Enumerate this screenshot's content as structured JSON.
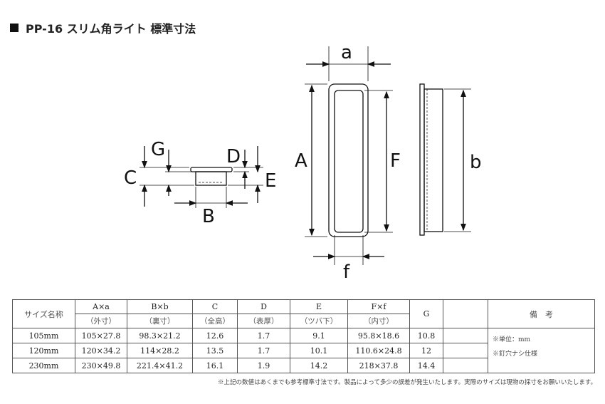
{
  "title": "PP-16 スリム角ライト 標準寸法",
  "diagram_labels": {
    "a": "a",
    "A": "A",
    "F": "F",
    "b": "b",
    "f": "f",
    "B": "B",
    "C": "C",
    "D": "D",
    "E": "E",
    "G": "G"
  },
  "table": {
    "headers": [
      {
        "main": "サイズ名称",
        "sub": ""
      },
      {
        "main": "A×a",
        "sub": "（外寸）"
      },
      {
        "main": "B×b",
        "sub": "（裏寸）"
      },
      {
        "main": "C",
        "sub": "（全高）"
      },
      {
        "main": "D",
        "sub": "（表厚）"
      },
      {
        "main": "E",
        "sub": "（ツバ下）"
      },
      {
        "main": "F×f",
        "sub": "（内寸）"
      },
      {
        "main": "G",
        "sub": ""
      },
      {
        "main": "",
        "sub": ""
      },
      {
        "main": "備　考",
        "sub": ""
      }
    ],
    "rows": [
      [
        "105mm",
        "105×27.8",
        "98.3×21.2",
        "12.6",
        "1.7",
        "9.1",
        "95.8×18.6",
        "10.8",
        ""
      ],
      [
        "120mm",
        "120×34.2",
        "114×28.2",
        "13.5",
        "1.7",
        "10.1",
        "110.6×24.8",
        "12",
        ""
      ],
      [
        "230mm",
        "230×49.8",
        "221.4×41.2",
        "16.1",
        "1.9",
        "14.2",
        "218×37.8",
        "14.4",
        ""
      ]
    ],
    "remarks": [
      "※単位：mm",
      "※釘穴ナシ仕様"
    ]
  },
  "footnote": "※上記の数値はあくまでも参考標準寸法です。製品によって多少の誤差が発生いたします。実際のサイズは現物の採寸をお願いいたします。"
}
